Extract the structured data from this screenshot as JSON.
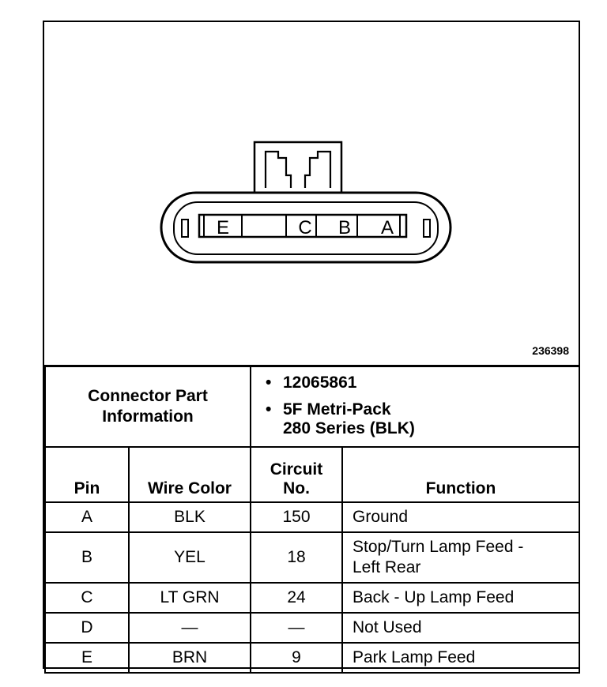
{
  "figure_id": "236398",
  "connector": {
    "cavities": [
      "E",
      "",
      "C",
      "B",
      "A"
    ]
  },
  "info": {
    "label_line1": "Connector Part",
    "label_line2": "Information",
    "items": [
      "12065861",
      "5F Metri-Pack",
      "280 Series (BLK)"
    ]
  },
  "table": {
    "headers": {
      "pin": "Pin",
      "wire_color": "Wire Color",
      "circuit_line1": "Circuit",
      "circuit_line2": "No.",
      "function": "Function"
    },
    "rows": [
      {
        "pin": "A",
        "wire": "BLK",
        "circuit": "150",
        "function": "Ground"
      },
      {
        "pin": "B",
        "wire": "YEL",
        "circuit": "18",
        "function_line1": "Stop/Turn Lamp Feed -",
        "function_line2": "Left Rear"
      },
      {
        "pin": "C",
        "wire": "LT GRN",
        "circuit": "24",
        "function": "Back - Up Lamp Feed"
      },
      {
        "pin": "D",
        "wire": "—",
        "circuit": "—",
        "function": "Not Used"
      },
      {
        "pin": "E",
        "wire": "BRN",
        "circuit": "9",
        "function": "Park Lamp Feed"
      }
    ]
  }
}
